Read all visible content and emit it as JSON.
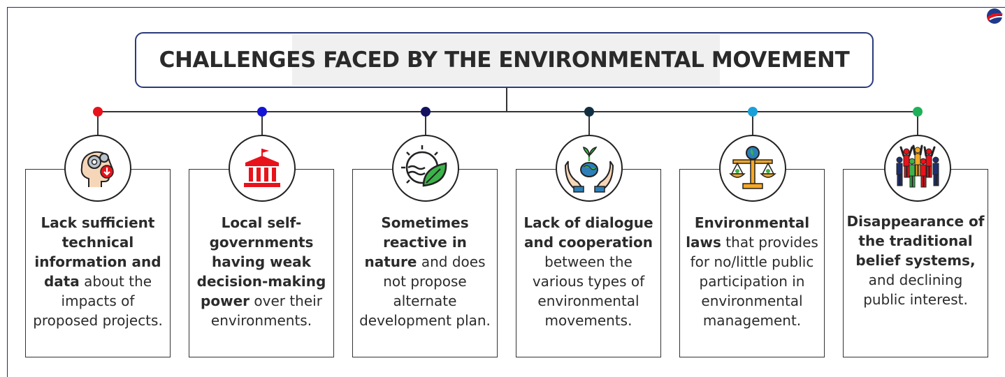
{
  "title": "CHALLENGES FACED BY THE ENVIRONMENTAL MOVEMENT",
  "colors": {
    "frame": "#1e2f6d",
    "dots": [
      "#e8121b",
      "#1414d6",
      "#121260",
      "#123042",
      "#1aa0d8",
      "#1eb158"
    ]
  },
  "cards": [
    {
      "icon": "head-gear-icon",
      "bold1": "Lack sufficient technical information and data",
      "rest1": " about the impacts of proposed projects.",
      "bold2": "",
      "rest2": ""
    },
    {
      "icon": "government-building-icon",
      "bold1": "Local self-governments having weak decision-making power",
      "rest1": " over their environments.",
      "bold2": "",
      "rest2": ""
    },
    {
      "icon": "sun-leaf-icon",
      "bold1": "Sometimes reactive in nature",
      "rest1": " and does not propose alternate development plan.",
      "bold2": "",
      "rest2": ""
    },
    {
      "icon": "hands-globe-icon",
      "bold1": "Lack of dialogue and cooperation",
      "rest1": " between the various types of environmental movements.",
      "bold2": "",
      "rest2": ""
    },
    {
      "icon": "scales-icon",
      "bold1": "Environmental laws",
      "rest1": " that provides for no/little public participation in environmental management.",
      "bold2": "",
      "rest2": ""
    },
    {
      "icon": "protesting-people-icon",
      "bold1": "Disappearance of the traditional belief systems,",
      "rest1": " and declining public interest.",
      "bold2": "",
      "rest2": ""
    }
  ]
}
